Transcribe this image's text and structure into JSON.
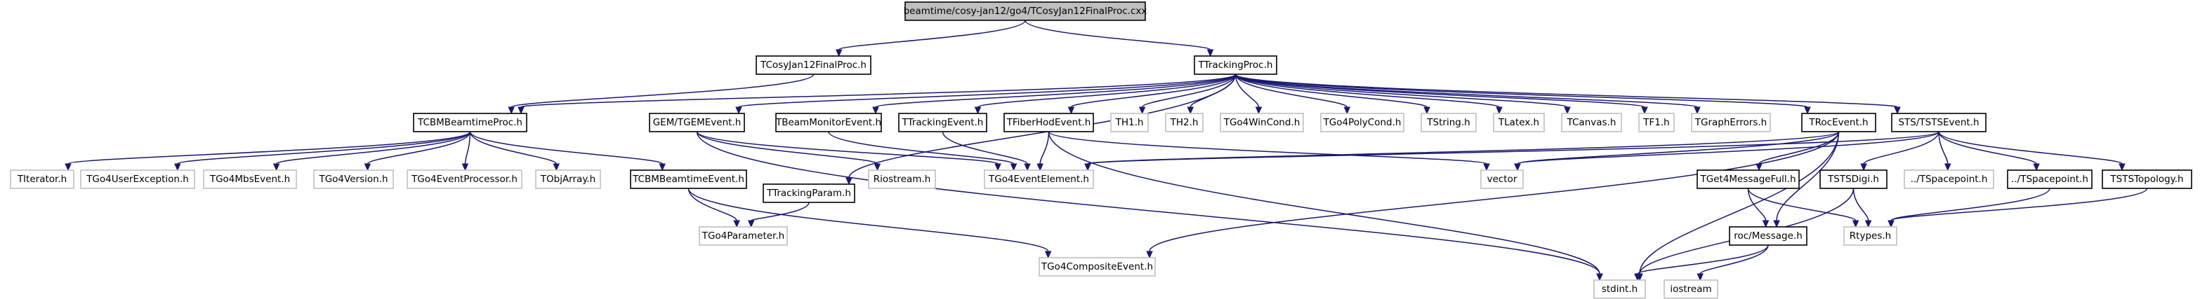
{
  "colors": {
    "edge": "#191970",
    "root_fill": "#bfbfbf",
    "documented_border": "#000000",
    "undocumented_border": "#bfbfbf",
    "node_fill": "#ffffff"
  },
  "nodes": [
    {
      "id": "root",
      "label": "beamtime/cosy-jan12/go4/TCosyJan12FinalProc.cxx",
      "kind": "root"
    },
    {
      "id": "finalproc_h",
      "label": "TCosyJan12FinalProc.h",
      "kind": "documented"
    },
    {
      "id": "trackingproc_h",
      "label": "TTrackingProc.h",
      "kind": "documented"
    },
    {
      "id": "cbmbeamtimeproc_h",
      "label": "TCBMBeamtimeProc.h",
      "kind": "documented"
    },
    {
      "id": "gem_tgemevent_h",
      "label": "GEM/TGEMEvent.h",
      "kind": "documented"
    },
    {
      "id": "tbeammonitorevent_h",
      "label": "TBeamMonitorEvent.h",
      "kind": "documented"
    },
    {
      "id": "ttrackingevent_h",
      "label": "TTrackingEvent.h",
      "kind": "documented"
    },
    {
      "id": "tfiberhodevent_h",
      "label": "TFiberHodEvent.h",
      "kind": "documented"
    },
    {
      "id": "th1_h",
      "label": "TH1.h",
      "kind": "undocumented"
    },
    {
      "id": "th2_h",
      "label": "TH2.h",
      "kind": "undocumented"
    },
    {
      "id": "tgo4wincond_h",
      "label": "TGo4WinCond.h",
      "kind": "undocumented"
    },
    {
      "id": "tgo4polycond_h",
      "label": "TGo4PolyCond.h",
      "kind": "undocumented"
    },
    {
      "id": "tstring_h",
      "label": "TString.h",
      "kind": "undocumented"
    },
    {
      "id": "tlatex_h",
      "label": "TLatex.h",
      "kind": "undocumented"
    },
    {
      "id": "tcanvas_h",
      "label": "TCanvas.h",
      "kind": "undocumented"
    },
    {
      "id": "tf1_h",
      "label": "TF1.h",
      "kind": "undocumented"
    },
    {
      "id": "tgrapherrors_h",
      "label": "TGraphErrors.h",
      "kind": "undocumented"
    },
    {
      "id": "trocevent_h",
      "label": "TRocEvent.h",
      "kind": "documented"
    },
    {
      "id": "sts_tstsevent_h",
      "label": "STS/TSTSEvent.h",
      "kind": "documented"
    },
    {
      "id": "titerator_h",
      "label": "TIterator.h",
      "kind": "undocumented"
    },
    {
      "id": "tgo4userexception_h",
      "label": "TGo4UserException.h",
      "kind": "undocumented"
    },
    {
      "id": "tgo4mbsevent_h",
      "label": "TGo4MbsEvent.h",
      "kind": "undocumented"
    },
    {
      "id": "tgo4version_h",
      "label": "TGo4Version.h",
      "kind": "undocumented"
    },
    {
      "id": "tgo4eventprocessor_h",
      "label": "TGo4EventProcessor.h",
      "kind": "undocumented"
    },
    {
      "id": "tobjarray_h",
      "label": "TObjArray.h",
      "kind": "undocumented"
    },
    {
      "id": "tcbmbeamtimeevent_h",
      "label": "TCBMBeamtimeEvent.h",
      "kind": "documented"
    },
    {
      "id": "ttrackingparam_h",
      "label": "TTrackingParam.h",
      "kind": "documented"
    },
    {
      "id": "riostream_h",
      "label": "Riostream.h",
      "kind": "undocumented"
    },
    {
      "id": "tgo4eventelement_h",
      "label": "TGo4EventElement.h",
      "kind": "undocumented"
    },
    {
      "id": "vector",
      "label": "vector",
      "kind": "undocumented"
    },
    {
      "id": "tget4messagefull_h",
      "label": "TGet4MessageFull.h",
      "kind": "documented"
    },
    {
      "id": "tstsdigi_h",
      "label": "TSTSDigi.h",
      "kind": "documented"
    },
    {
      "id": "dotdot_tspacepoint_h_1",
      "label": "../TSpacepoint.h",
      "kind": "undocumented"
    },
    {
      "id": "dotdot_tspacepoint_h_2",
      "label": "../TSpacepoint.h",
      "kind": "documented"
    },
    {
      "id": "tststopology_h",
      "label": "TSTSTopology.h",
      "kind": "documented"
    },
    {
      "id": "tgo4parameter_h",
      "label": "TGo4Parameter.h",
      "kind": "undocumented"
    },
    {
      "id": "tgo4compositeevent_h",
      "label": "TGo4CompositeEvent.h",
      "kind": "undocumented"
    },
    {
      "id": "roc_message_h",
      "label": "roc/Message.h",
      "kind": "documented"
    },
    {
      "id": "rtypes_h",
      "label": "Rtypes.h",
      "kind": "undocumented"
    },
    {
      "id": "stdint_h",
      "label": "stdint.h",
      "kind": "undocumented"
    },
    {
      "id": "iostream",
      "label": "iostream",
      "kind": "undocumented"
    }
  ],
  "edges": [
    [
      "root",
      "finalproc_h"
    ],
    [
      "root",
      "trackingproc_h"
    ],
    [
      "finalproc_h",
      "cbmbeamtimeproc_h"
    ],
    [
      "trackingproc_h",
      "cbmbeamtimeproc_h"
    ],
    [
      "trackingproc_h",
      "gem_tgemevent_h"
    ],
    [
      "trackingproc_h",
      "tbeammonitorevent_h"
    ],
    [
      "trackingproc_h",
      "ttrackingevent_h"
    ],
    [
      "trackingproc_h",
      "tfiberhodevent_h"
    ],
    [
      "trackingproc_h",
      "th1_h"
    ],
    [
      "trackingproc_h",
      "th2_h"
    ],
    [
      "trackingproc_h",
      "tgo4wincond_h"
    ],
    [
      "trackingproc_h",
      "tgo4polycond_h"
    ],
    [
      "trackingproc_h",
      "tstring_h"
    ],
    [
      "trackingproc_h",
      "tlatex_h"
    ],
    [
      "trackingproc_h",
      "tcanvas_h"
    ],
    [
      "trackingproc_h",
      "tf1_h"
    ],
    [
      "trackingproc_h",
      "tgrapherrors_h"
    ],
    [
      "trackingproc_h",
      "trocevent_h"
    ],
    [
      "trackingproc_h",
      "sts_tstsevent_h"
    ],
    [
      "trackingproc_h",
      "ttrackingparam_h"
    ],
    [
      "cbmbeamtimeproc_h",
      "titerator_h"
    ],
    [
      "cbmbeamtimeproc_h",
      "tgo4userexception_h"
    ],
    [
      "cbmbeamtimeproc_h",
      "tgo4mbsevent_h"
    ],
    [
      "cbmbeamtimeproc_h",
      "tgo4version_h"
    ],
    [
      "cbmbeamtimeproc_h",
      "tgo4eventprocessor_h"
    ],
    [
      "cbmbeamtimeproc_h",
      "tobjarray_h"
    ],
    [
      "cbmbeamtimeproc_h",
      "tcbmbeamtimeevent_h"
    ],
    [
      "gem_tgemevent_h",
      "tgo4eventelement_h"
    ],
    [
      "gem_tgemevent_h",
      "riostream_h"
    ],
    [
      "gem_tgemevent_h",
      "stdint_h"
    ],
    [
      "tbeammonitorevent_h",
      "tgo4eventelement_h"
    ],
    [
      "ttrackingevent_h",
      "tgo4eventelement_h"
    ],
    [
      "tfiberhodevent_h",
      "tgo4eventelement_h"
    ],
    [
      "tfiberhodevent_h",
      "vector"
    ],
    [
      "tfiberhodevent_h",
      "stdint_h"
    ],
    [
      "trocevent_h",
      "tgo4eventelement_h"
    ],
    [
      "trocevent_h",
      "vector"
    ],
    [
      "trocevent_h",
      "tget4messagefull_h"
    ],
    [
      "trocevent_h",
      "roc_message_h"
    ],
    [
      "trocevent_h",
      "tgo4compositeevent_h"
    ],
    [
      "trocevent_h",
      "stdint_h"
    ],
    [
      "sts_tstsevent_h",
      "tgo4eventelement_h"
    ],
    [
      "sts_tstsevent_h",
      "vector"
    ],
    [
      "sts_tstsevent_h",
      "tstsdigi_h"
    ],
    [
      "sts_tstsevent_h",
      "dotdot_tspacepoint_h_1"
    ],
    [
      "sts_tstsevent_h",
      "dotdot_tspacepoint_h_2"
    ],
    [
      "sts_tstsevent_h",
      "tststopology_h"
    ],
    [
      "tcbmbeamtimeevent_h",
      "tgo4parameter_h"
    ],
    [
      "tcbmbeamtimeevent_h",
      "tgo4compositeevent_h"
    ],
    [
      "ttrackingparam_h",
      "tgo4parameter_h"
    ],
    [
      "tget4messagefull_h",
      "roc_message_h"
    ],
    [
      "tget4messagefull_h",
      "rtypes_h"
    ],
    [
      "tstsdigi_h",
      "rtypes_h"
    ],
    [
      "tstsdigi_h",
      "stdint_h"
    ],
    [
      "dotdot_tspacepoint_h_2",
      "rtypes_h"
    ],
    [
      "tststopology_h",
      "rtypes_h"
    ],
    [
      "roc_message_h",
      "stdint_h"
    ],
    [
      "roc_message_h",
      "iostream"
    ]
  ]
}
